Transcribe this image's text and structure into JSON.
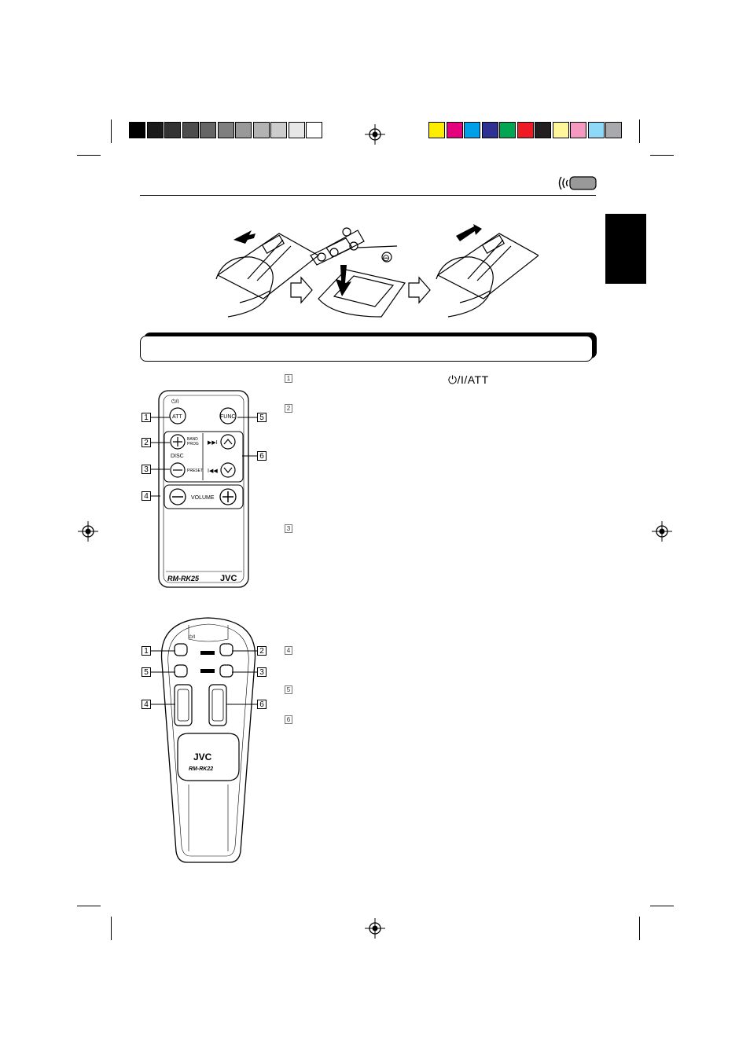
{
  "colors": {
    "grayscale_bar": [
      "#000000",
      "#1a1a1a",
      "#333333",
      "#4d4d4d",
      "#666666",
      "#7f7f7f",
      "#999999",
      "#b3b3b3",
      "#cccccc",
      "#e6e6e6",
      "#ffffff"
    ],
    "color_bar": [
      "#ffed00",
      "#e5007e",
      "#00a0e9",
      "#2e3192",
      "#00a651",
      "#ed1c24",
      "#231f20",
      "#fff799",
      "#f49ac1",
      "#8ed8f8",
      "#a7a9ac"
    ],
    "section_tab": "#000000"
  },
  "header_icon": "remote-signal-icon",
  "illustration": {
    "polarity_minus": "⊖"
  },
  "item_text": {
    "att_label": "⏻/I/ATT"
  },
  "item_numbers": [
    "1",
    "2",
    "3",
    "4",
    "5",
    "6"
  ],
  "remote_rk25": {
    "power_symbol": "⏻/I",
    "att_label": "ATT",
    "func_label": "FUNC",
    "band_prog_label_1": "BAND",
    "band_prog_label_2": "PROG",
    "disc_label": "DISC",
    "preset_label": "PRESET",
    "volume_label": "VOLUME",
    "model": "RM-RK25",
    "brand": "JVC"
  },
  "remote_rk22": {
    "power_symbol": "⏻/I",
    "brand": "JVC",
    "model": "RM-RK22"
  }
}
